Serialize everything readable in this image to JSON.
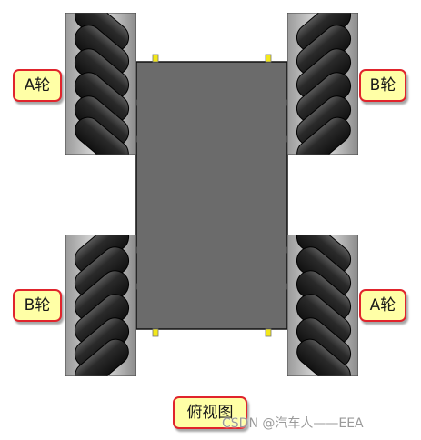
{
  "labels": {
    "front_left": "A轮",
    "front_right": "B轮",
    "rear_left": "B轮",
    "rear_right": "A轮",
    "view": "俯视图"
  },
  "watermark": "CSDN @汽车人——EEA",
  "colors": {
    "chassis": "#6b6b6b",
    "label_fill": "#ffffa6",
    "label_border": "#e0242c",
    "roller_dark": "#1c1c1c",
    "hub_silver": "#c9c9c9",
    "axle_mark": "#f3e81a"
  }
}
